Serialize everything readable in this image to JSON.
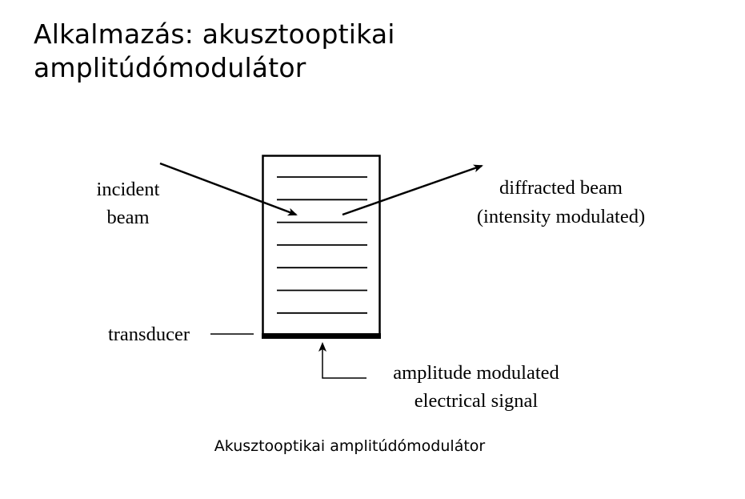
{
  "title": {
    "line1": "Alkalmazás: akusztooptikai",
    "line2": "amplitúdómodulátor"
  },
  "diagram": {
    "labels": {
      "incident_line1": "incident",
      "incident_line2": "beam",
      "diffracted_line1": "diffracted beam",
      "diffracted_line2": "(intensity modulated)",
      "transducer": "transducer",
      "signal_line1": "amplitude modulated",
      "signal_line2": "electrical signal"
    },
    "acoustic_wavefront_count": 7
  },
  "caption": "Akusztooptikai amplitúdómodulátor"
}
